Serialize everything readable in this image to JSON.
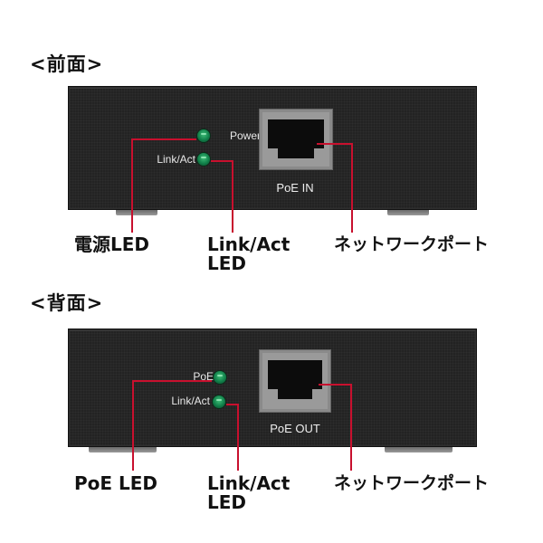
{
  "front": {
    "title": "<前面>",
    "leds": [
      {
        "label": "Power",
        "color": "#1a9a5a"
      },
      {
        "label": "Link/Act",
        "color": "#1a9a5a"
      }
    ],
    "port_label": "PoE IN",
    "callouts": {
      "power_led": "電源LED",
      "link_led_line1": "Link/Act",
      "link_led_line2": "LED",
      "network_port": "ネットワークポート"
    }
  },
  "back": {
    "title": "<背面>",
    "leds": [
      {
        "label": "PoE",
        "color": "#1a9a5a"
      },
      {
        "label": "Link/Act",
        "color": "#1a9a5a"
      }
    ],
    "port_label": "PoE OUT",
    "callouts": {
      "poe_led": "PoE LED",
      "link_led_line1": "Link/Act",
      "link_led_line2": "LED",
      "network_port": "ネットワークポート"
    }
  },
  "colors": {
    "callout_line": "#c8102e",
    "device_body": "#232323",
    "led_green": "#1a9a5a"
  }
}
